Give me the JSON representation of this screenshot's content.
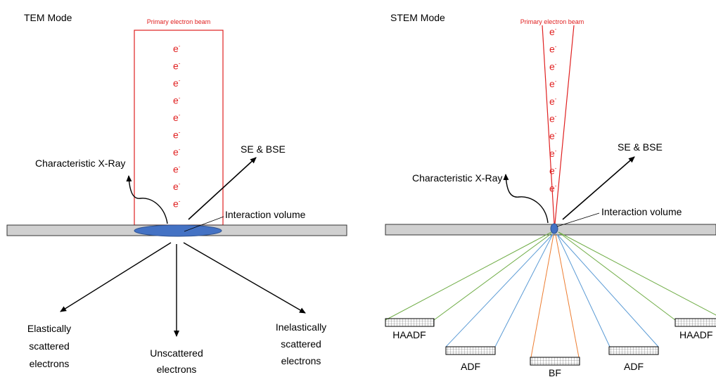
{
  "tem": {
    "title": "TEM Mode",
    "beam_label": "Primary electron beam",
    "electron_symbol": "e",
    "electron_superscript": "-",
    "electron_count": 10,
    "xray_label": "Characteristic X-Ray",
    "se_bse_label": "SE & BSE",
    "interaction_label": "Interaction volume",
    "elastic_label": [
      "Elastically",
      "scattered",
      "electrons"
    ],
    "unscattered_label": [
      "Unscattered",
      "electrons"
    ],
    "inelastic_label": [
      "Inelastically",
      "scattered",
      "electrons"
    ]
  },
  "stem": {
    "title": "STEM Mode",
    "beam_label": "Primary electron beam",
    "electron_symbol": "e",
    "electron_superscript": "-",
    "electron_count": 10,
    "xray_label": "Characteristic X-Ray",
    "se_bse_label": "SE & BSE",
    "interaction_label": "Interaction volume",
    "detectors": {
      "haadf_left": "HAADF",
      "adf_left": "ADF",
      "bf": "BF",
      "adf_right": "ADF",
      "haadf_right": "HAADF"
    }
  },
  "colors": {
    "beam": "#e02020",
    "specimen_fill": "#d0d0d0",
    "interaction_fill": "#4472c4",
    "haadf_rays": "#70ad47",
    "adf_rays": "#5b9bd5",
    "bf_rays": "#ed7d31"
  }
}
